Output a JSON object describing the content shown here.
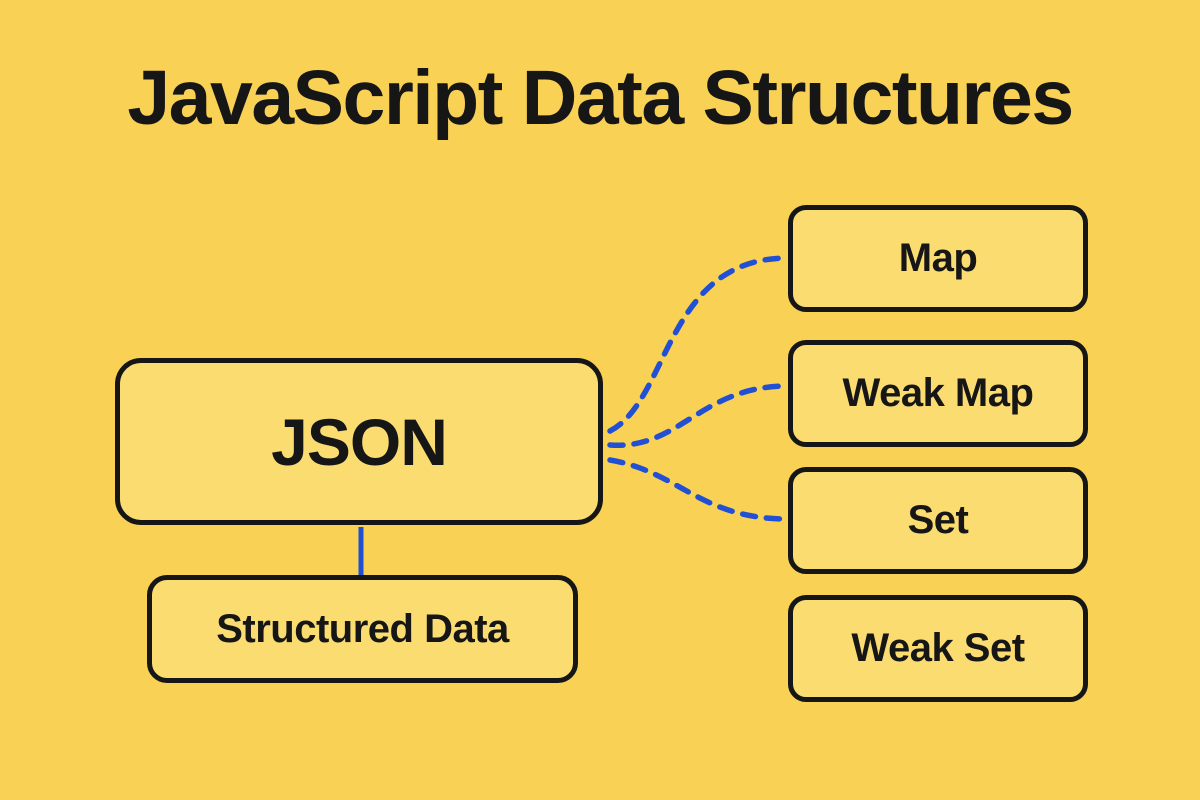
{
  "title": "JavaScript Data Structures",
  "colors": {
    "background": "#F8D155",
    "node_fill": "#FADC71",
    "outline": "#161616",
    "connector": "#2250D4"
  },
  "nodes": {
    "json": {
      "label": "JSON"
    },
    "structured_data": {
      "label": "Structured Data"
    },
    "related": [
      {
        "label": "Map"
      },
      {
        "label": "Weak Map"
      },
      {
        "label": "Set"
      },
      {
        "label": "Weak Set"
      }
    ]
  },
  "connections": [
    {
      "from": "JSON",
      "to": "Map",
      "style": "dashed"
    },
    {
      "from": "JSON",
      "to": "Weak Map",
      "style": "dashed"
    },
    {
      "from": "JSON",
      "to": "Set",
      "style": "dashed"
    },
    {
      "from": "JSON",
      "to": "Structured Data",
      "style": "solid"
    }
  ]
}
